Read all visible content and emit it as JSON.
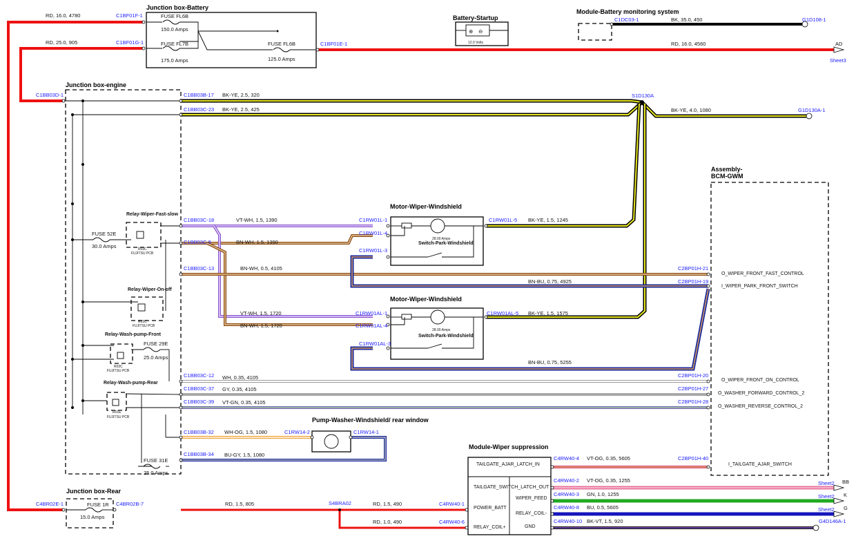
{
  "blocks": {
    "jb_battery": "Junction box-Battery",
    "battery": "Battery-Startup",
    "bms": "Module-Battery monitoring system",
    "jb_engine": "Junction box-engine",
    "bcm": "Assembly-BCM-GWM",
    "motor1": "Motor-Wiper-Windshield",
    "motor2": "Motor-Wiper-Windshield",
    "pump": "Pump-Washer-Windshield/ rear window",
    "wiper_mod": "Module-Wiper suppression",
    "jb_rear": "Junction box-Rear"
  },
  "fuses": {
    "fl6b_a": "FUSE FL6B",
    "fl6b_a_amp": "150.0 Amps",
    "fl7b": "FUSE FL7B",
    "fl7b_amp": "175.0 Amps",
    "fl6b_b": "FUSE FL6B",
    "fl6b_b_amp": "125.0 Amps",
    "f52e": "FUSE 52E",
    "f52e_amp": "30.0 Amps",
    "f29e": "FUSE 29E",
    "f29e_amp": "25.0 Amps",
    "f31e": "FUSE 31E",
    "f31e_amp": "25.0 Amps",
    "f1r": "FUSE 1R",
    "f1r_amp": "15.0 Amps",
    "battery_volt": "12.0 Volts",
    "motor_amp": "28.00 Amps"
  },
  "relays": {
    "fast": "Relay-Wiper-Fast-slow",
    "onoff": "Relay-Wiper-On-off",
    "wash_front": "Relay-Wash-pump-Front",
    "wash_rear": "Relay-Wash-pump-Rear",
    "code1": "R03C",
    "code2": "R03C",
    "code3": "R03C",
    "code4": "R01E",
    "pcb": "FUJITSU PCB"
  },
  "switch": "Switch-Park-Windshield",
  "connectors": {
    "c1bf01f1": "C1BF01F-1",
    "c1bf01g1": "C1BF01G-1",
    "c1bf01e1": "C1BF01E-1",
    "c1dc03": "C1DC03-1",
    "g1d108": "G1D108-1",
    "ad": "AD",
    "sheet3": "Sheet3",
    "c1bb03d1": "C1BB03D-1",
    "c1bb03b17": "C1BB03B-17",
    "c1bb03c23": "C1BB03C-23",
    "s1d130a": "S1D130A",
    "g1d130a": "G1D130A-1",
    "c1bb03c18": "C1BB03C-18",
    "c1rw01l1": "C1RW01L-1",
    "c1rw01l5": "C1RW01L-5",
    "c1bb03c5": "C1BB03C-5",
    "c1rw01l4": "C1RW01L-4",
    "c1rw01l3": "C1RW01L-3",
    "c1bb03c13": "C1BB03C-13",
    "c2bp01h21": "C2BP01H-21",
    "c2bp01h19": "C2BP01H-19",
    "c1rw01al1": "C1RW01AL-1",
    "c1rw01al5": "C1RW01AL-5",
    "c1rw01al4": "C1RW01AL-4",
    "c1rw01al3": "C1RW01AL-3",
    "c1bb03c12": "C1BB03C-12",
    "c2bp01h20": "C2BP01H-20",
    "c1bb03c37": "C1BB03C-37",
    "c2bp01h27": "C2BP01H-27",
    "c1bb03c39": "C1BB03C-39",
    "c2bp01h28": "C2BP01H-28",
    "c1bb03b32": "C1BB03B-32",
    "c1rw142": "C1RW14-2",
    "c1rw141": "C1RW14-1",
    "c1bb03b34": "C1BB03B-34",
    "c4rw404": "C4RW40-4",
    "c2bp01h40": "C2BP01H-40",
    "c4rw402": "C4RW40-2",
    "sheet2a": "Sheet2",
    "bb": "BB",
    "c4rw403": "C4RW40-3",
    "sheet2b": "Sheet2",
    "k": "K",
    "c4rw408": "C4RW40-8",
    "sheet2c": "Sheet2",
    "g": "G",
    "c4rw4010": "C4RW40-10",
    "g4d146a": "G4D146A-1",
    "c4br02e1": "C4BR02E-1",
    "c4br02b7": "C4BR02B-7",
    "s4bra02": "S4BRA02",
    "c4rw401": "C4RW40-1",
    "c4rw406": "C4RW40-6"
  },
  "wires": {
    "w4780": "RD, 16.0, 4780",
    "w905": "RD, 25.0, 905",
    "w450": "BK, 35.0, 450",
    "w4560": "RD, 16.0, 4560",
    "w320": "BK-YE, 2.5, 320",
    "w425": "BK-YE, 2.5, 425",
    "w1080a": "BK-YE, 4.0, 1080",
    "w1390a": "VT-WH, 1.5, 1390",
    "w1390b": "BN-WH, 1.5, 1390",
    "w1245": "BK-YE, 1.5, 1245",
    "w4105a": "BN-WH, 0.5, 4105",
    "w4925": "BN-BU, 0.75, 4925",
    "w1720a": "VT-WH, 1.5, 1720",
    "w1720b": "BN-WH, 1.5, 1720",
    "w1575": "BK-YE, 1.5, 1575",
    "w5255": "BN-BU, 0.75, 5255",
    "w4105b": "WH, 0.35, 4105",
    "w4105c": "GY, 0.35, 4105",
    "w4105d": "VT-GN, 0.35, 4105",
    "w1080b": "WH-OG, 1.5, 1080",
    "w1080c": "BU-GY, 1.5, 1080",
    "w5605a": "VT-OG, 0.35, 5605",
    "w1255a": "VT-OG, 0.35, 1255",
    "w1255b": "GN, 1.0, 1255",
    "w5605b": "BU, 0.5, 5605",
    "w920": "BK-VT, 1.5, 920",
    "w805": "RD, 1.5, 805",
    "w490a": "RD, 1.5, 490",
    "w490b": "RD, 1.0, 490"
  },
  "signals": {
    "s1": "O_WIPER_FRONT_FAST_CONTROL",
    "s2": "I_WIPER_PARK_FRONT_SWITCH",
    "s3": "O_WIPER_FRONT_ON_CONTROL",
    "s4": "O_WASHER_FORWARD_CONTROL_2",
    "s5": "O_WASHER_REVERSE_CONTROL_2",
    "s6": "I_TAILGATE_AJAR_SWITCH"
  },
  "pins": {
    "p1": "TAILGATE_AJAR_LATCH_IN",
    "p2": "TAILGATE_SWITCH_LATCH_OUT",
    "p3": "WIPER_FEED",
    "p4": "POWER_BATT",
    "p5": "RELAY_COIL-",
    "p6": "RELAY_COIL+",
    "p7": "GND"
  }
}
